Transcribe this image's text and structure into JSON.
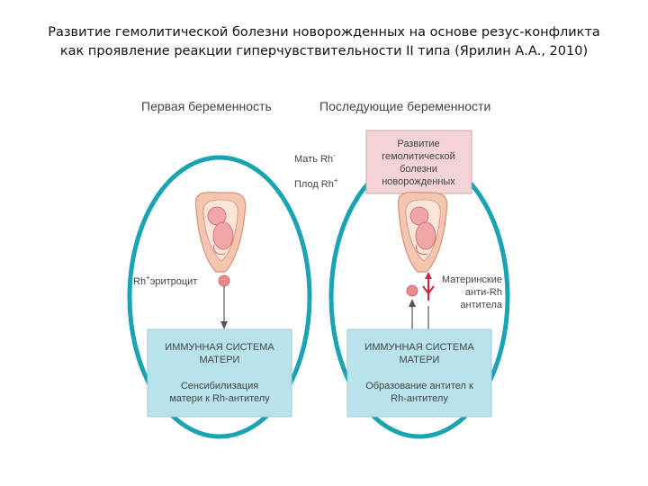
{
  "title": {
    "line1": "Развитие гемолитической болезни новорожденных на основе резус-конфликта",
    "line2": "как проявление реакции гиперчувствительности II типа (Ярилин А.А., 2010)"
  },
  "diagram": {
    "heading_first": "Первая беременность",
    "heading_later": "Последующие беременности",
    "mother_label": "Мать Rh",
    "mother_sup": "-",
    "fetus_label": "Плод Rh",
    "fetus_sup": "+",
    "disease_box": [
      "Развитие",
      "гемолитической",
      "болезни",
      "новорожденных"
    ],
    "rh_label": "Rh",
    "rh_sup": "+",
    "rh_tail": "эритроцит",
    "antibodies_label": [
      "Материнские",
      "анти-Rh",
      "антитела"
    ],
    "box_left": {
      "title": [
        "ИММУННАЯ СИСТЕМА",
        "МАТЕРИ"
      ],
      "text": [
        "Сенсибилизация",
        "матери к Rh-антителу"
      ]
    },
    "box_right": {
      "title": [
        "ИММУННАЯ СИСТЕМА",
        "МАТЕРИ"
      ],
      "text": [
        "Образование антител к",
        "Rh-антителу"
      ]
    }
  },
  "colors": {
    "ellipse": "#1aa3b3",
    "immune_box": "#b9e3ea",
    "disease_box": "#f3d3d8",
    "uterus": "#f4c6b0",
    "fetus": "#f0a6a6",
    "red_marker": "#d8424e",
    "antibody": "#d6223a"
  }
}
